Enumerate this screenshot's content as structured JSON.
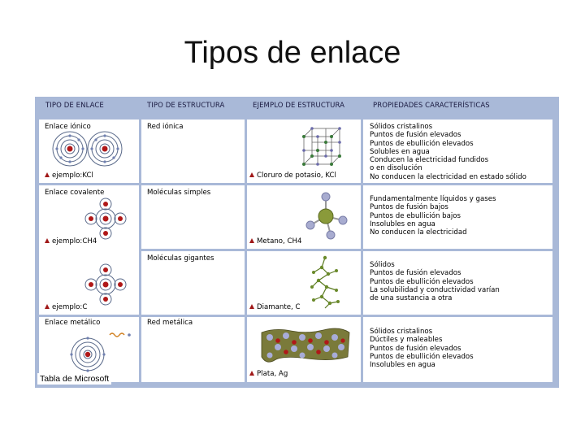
{
  "slide": {
    "title": "Tipos de enlace"
  },
  "table": {
    "headers": [
      "TIPO DE ENLACE",
      "TIPO DE ESTRUCTURA",
      "EJEMPLO DE ESTRUCTURA",
      "PROPIEDADES CARACTERÍSTICAS"
    ],
    "rows": [
      {
        "enlace": "Enlace iónico",
        "enlace_example": "ejemplo:KCl",
        "estructura": "Red iónica",
        "example_caption": "Cloruro de potasio, KCl",
        "properties": "Sólidos cristalinos\nPuntos de fusión elevados\nPuntos de ebullición elevados\nSolubles en agua\nConducen la electricidad fundidos\no en disolución\nNo conducen la electricidad en estado sólido"
      },
      {
        "enlace": "Enlace covalente",
        "enlace_example": "ejemplo:CH4",
        "estructura": "Moléculas simples",
        "example_caption": "Metano, CH4",
        "properties": "Fundamentalmente líquidos y gases\nPuntos de fusión bajos\nPuntos de ebullición bajos\nInsolubles en agua\nNo conducen la electricidad"
      },
      {
        "enlace_example": "ejemplo:C",
        "estructura": "Moléculas gigantes",
        "example_caption": "Diamante, C",
        "properties": "Sólidos\nPuntos de fusión elevados\nPuntos de ebullición elevados\nLa solubilidad y conductividad varían\nde una sustancia a otra"
      },
      {
        "enlace": "Enlace metálico",
        "estructura": "Red metálica",
        "example_caption": "Plata, Ag",
        "properties": "Sólidos cristalinos\nDúctiles y maleables\nPuntos de fusión elevados\nPuntos de ebullición elevados\nInsolubles en agua"
      }
    ]
  },
  "caption": "Tabla de Microsoft",
  "colors": {
    "header_bg": "#a9b9d8",
    "nucleus": "#b01818",
    "electron_shell": "#5a6a8a",
    "methane_carbon": "#8a9a3a"
  }
}
